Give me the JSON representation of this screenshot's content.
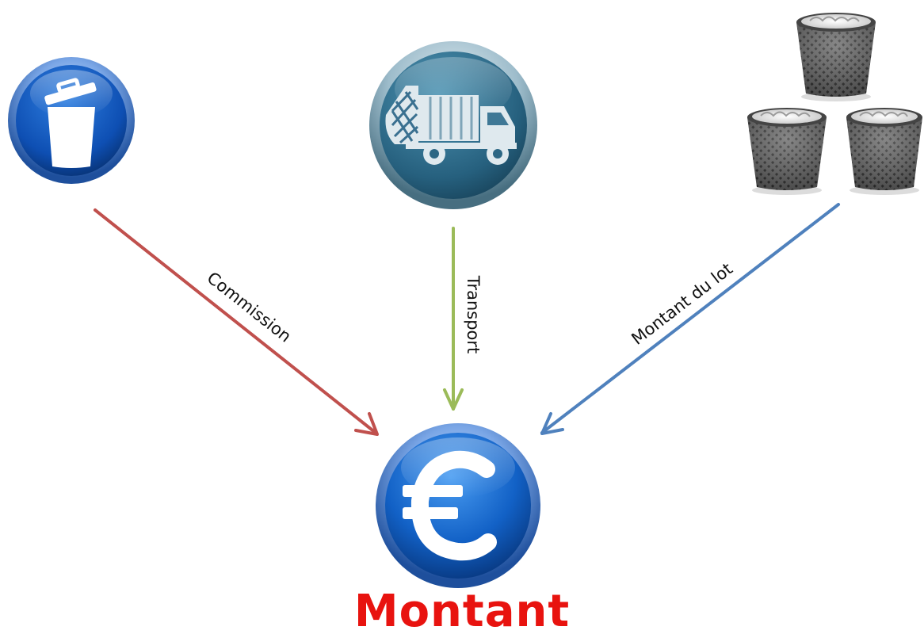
{
  "nodes": {
    "commission_source": {
      "icon": "trash-can-icon"
    },
    "transport_source": {
      "icon": "garbage-truck-icon"
    },
    "lot_source": {
      "icon": "wastebaskets-icon"
    },
    "result": {
      "icon": "euro-icon",
      "label": "Montant"
    }
  },
  "edges": [
    {
      "from": "commission_source",
      "to": "result",
      "label": "Commission",
      "color": "#c0504d"
    },
    {
      "from": "transport_source",
      "to": "result",
      "label": "Transport",
      "color": "#9bbb59"
    },
    {
      "from": "lot_source",
      "to": "result",
      "label": "Montant du lot",
      "color": "#4f81bd"
    }
  ],
  "colors": {
    "result_label": "#e8130f",
    "icon_blue": "#1a5db8",
    "icon_teal": "#2e6f8c"
  }
}
